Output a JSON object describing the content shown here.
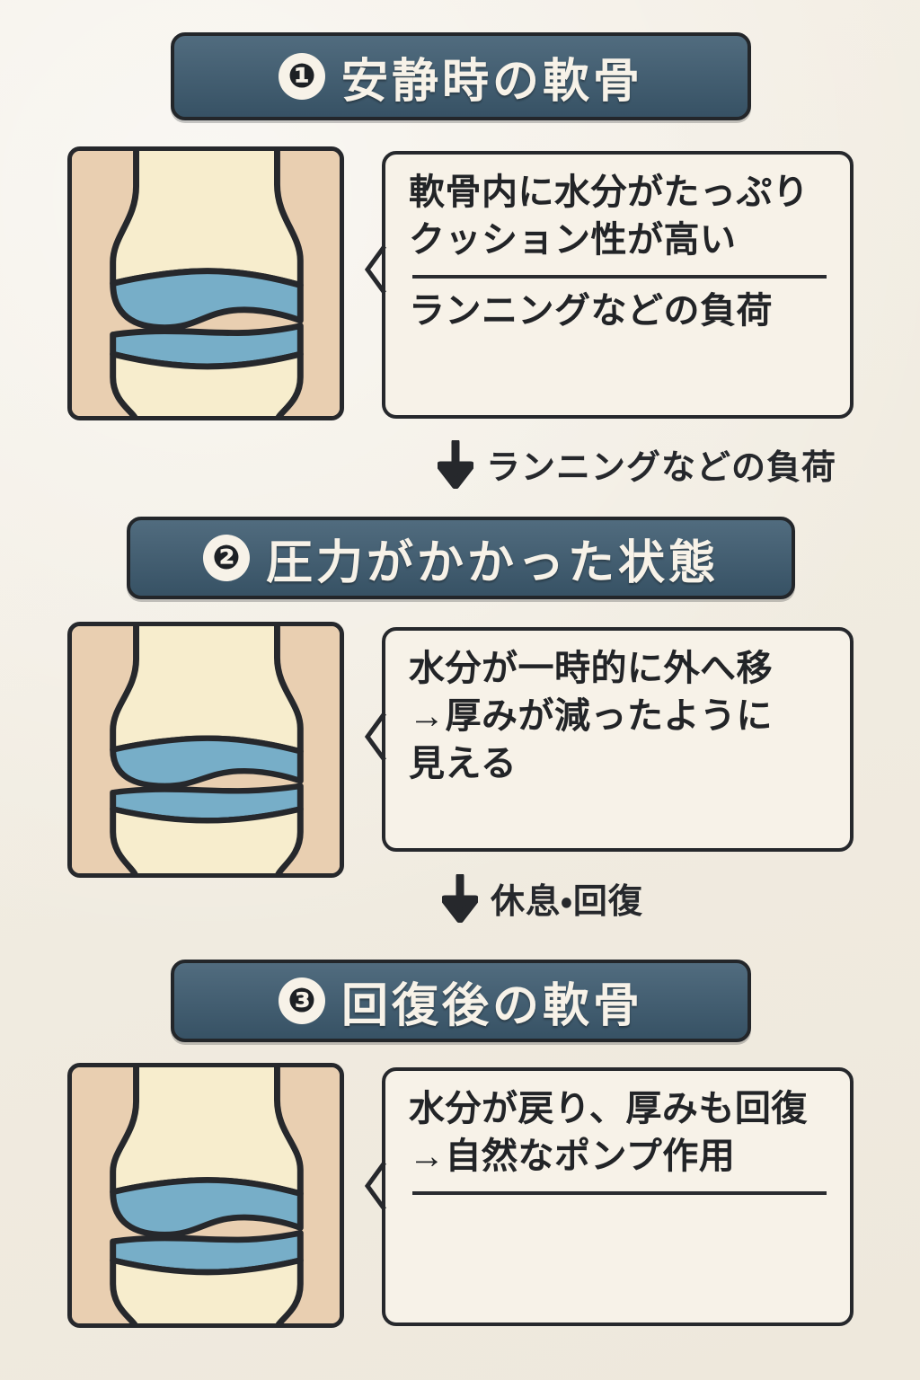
{
  "page": {
    "background_color": "#f2ede3",
    "accent_color": "#3d5b70",
    "ink_color": "#26282c",
    "bone_color": "#f7edcd",
    "cartilage_color": "#77aec8",
    "panel_color": "#e9cfb1",
    "card_color": "#f7f2e8"
  },
  "sections": [
    {
      "number": "❶",
      "title": "安静時の軟骨",
      "diagram": {
        "name": "knee-joint-resting",
        "cartilage_state": "thick"
      },
      "callout": {
        "lines": [
          "軟骨内に水分がたっぷり",
          "クッション性が高い"
        ],
        "has_divider": true,
        "footer_lines": [
          "ランニングなどの負荷"
        ]
      }
    },
    {
      "number": "❷",
      "title": "圧力がかかった状態",
      "diagram": {
        "name": "knee-joint-compressed",
        "cartilage_state": "thin"
      },
      "callout": {
        "lines": [
          "水分が一時的に外へ移",
          "→厚みが減ったように",
          "見える"
        ],
        "has_divider": false,
        "footer_lines": []
      }
    },
    {
      "number": "❸",
      "title": "回復後の軟骨",
      "diagram": {
        "name": "knee-joint-recovered",
        "cartilage_state": "thick"
      },
      "callout": {
        "lines": [
          "水分が戻り、厚みも回復",
          "→自然なポンプ作用"
        ],
        "has_divider": true,
        "footer_lines": []
      }
    }
  ],
  "flows": [
    {
      "icon": "down-arrow-icon",
      "label": "ランニングなどの負荷"
    },
    {
      "icon": "down-arrow-icon",
      "label": "休息・回復"
    }
  ]
}
